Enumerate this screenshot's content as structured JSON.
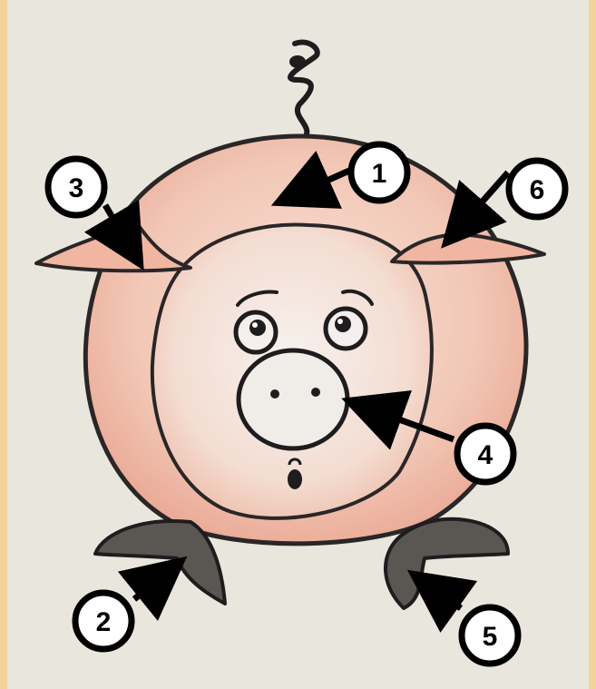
{
  "diagram": {
    "subject": "pig",
    "callouts": [
      {
        "id": "c1",
        "label": "1"
      },
      {
        "id": "c2",
        "label": "2"
      },
      {
        "id": "c3",
        "label": "3"
      },
      {
        "id": "c4",
        "label": "4"
      },
      {
        "id": "c5",
        "label": "5"
      },
      {
        "id": "c6",
        "label": "6"
      }
    ]
  },
  "colors": {
    "page_border": "#f1d49a",
    "paper": "#e9e6dd",
    "pig_body": "#f2c7b6",
    "pig_face": "#f5ddd2",
    "hoof": "#5a5753",
    "outline": "#2a2628",
    "callout_fill": "#ffffff",
    "callout_stroke": "#000000",
    "arrow": "#000000"
  }
}
